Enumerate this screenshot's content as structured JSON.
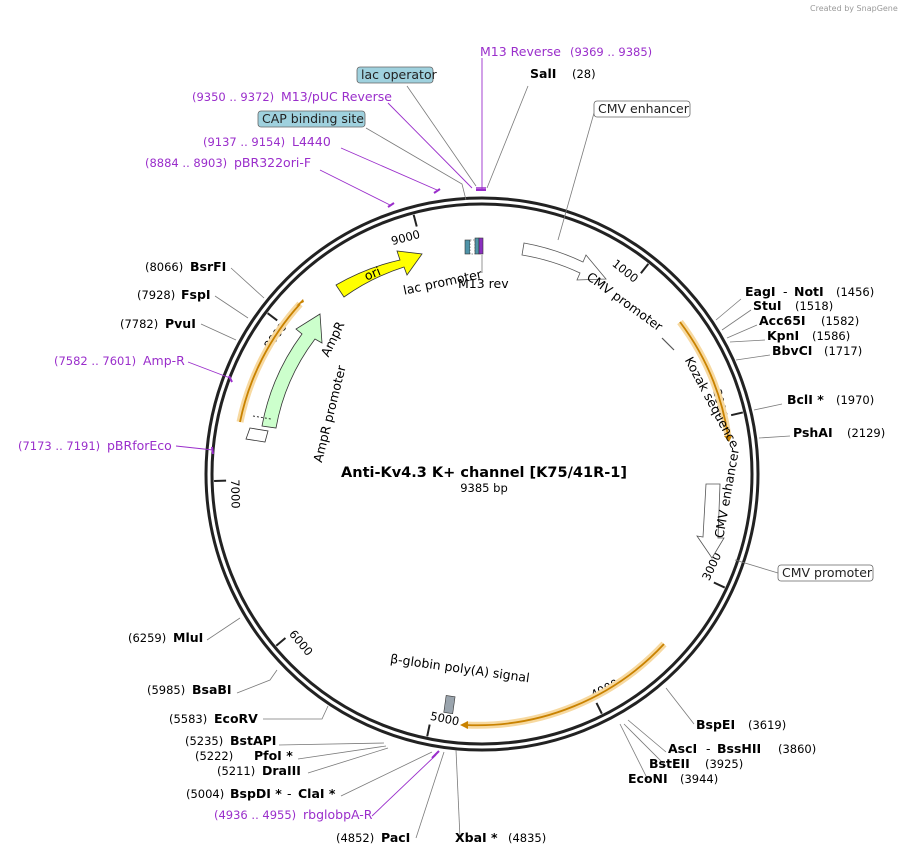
{
  "watermark": "Created by SnapGene",
  "plasmid": {
    "name": "Anti-Kv4.3 K+ channel [K75/41R-1]",
    "length": "9385 bp"
  },
  "ticks": [
    "1000",
    "2000",
    "3000",
    "4000",
    "5000",
    "6000",
    "7000",
    "8000",
    "9000"
  ],
  "enzymes": [
    {
      "name": "SalI",
      "pos": "(28)"
    },
    {
      "name": "EagI",
      "pos": ""
    },
    {
      "name": "NotI",
      "pos": "(1456)"
    },
    {
      "name": "StuI",
      "pos": "(1518)"
    },
    {
      "name": "Acc65I",
      "pos": "(1582)"
    },
    {
      "name": "KpnI",
      "pos": "(1586)"
    },
    {
      "name": "BbvCI",
      "pos": "(1717)"
    },
    {
      "name": "BclI *",
      "pos": "(1970)"
    },
    {
      "name": "PshAI",
      "pos": "(2129)"
    },
    {
      "name": "BspEI",
      "pos": "(3619)"
    },
    {
      "name": "AscI",
      "pos": ""
    },
    {
      "name": "BssHII",
      "pos": "(3860)"
    },
    {
      "name": "BstEII",
      "pos": "(3925)"
    },
    {
      "name": "EcoNI",
      "pos": "(3944)"
    },
    {
      "name": "XbaI *",
      "pos": "(4835)"
    },
    {
      "name": "PacI",
      "pos": "(4852)"
    },
    {
      "name": "BspDI *",
      "pos": "(5004)"
    },
    {
      "name": "ClaI *",
      "pos": ""
    },
    {
      "name": "DraIII",
      "pos": "(5211)"
    },
    {
      "name": "PfoI *",
      "pos": "(5222)"
    },
    {
      "name": "BstAPI",
      "pos": "(5235)"
    },
    {
      "name": "EcoRV",
      "pos": "(5583)"
    },
    {
      "name": "BsaBI",
      "pos": "(5985)"
    },
    {
      "name": "MluI",
      "pos": "(6259)"
    },
    {
      "name": "PvuI",
      "pos": "(7782)"
    },
    {
      "name": "FspI",
      "pos": "(7928)"
    },
    {
      "name": "BsrFI",
      "pos": "(8066)"
    }
  ],
  "primers": [
    {
      "name": "M13 Reverse",
      "range": "(9369 .. 9385)"
    },
    {
      "name": "M13/pUC Reverse",
      "range": "(9350 .. 9372)"
    },
    {
      "name": "L4440",
      "range": "(9137 .. 9154)"
    },
    {
      "name": "pBR322ori-F",
      "range": "(8884 .. 8903)"
    },
    {
      "name": "Amp-R",
      "range": "(7582 .. 7601)"
    },
    {
      "name": "pBRforEco",
      "range": "(7173 .. 7191)"
    },
    {
      "name": "rbglobpA-R",
      "range": "(4936 .. 4955)"
    }
  ],
  "boxed_features": [
    "lac operator",
    "CAP binding site",
    "CMV enhancer",
    "CMV promoter"
  ],
  "features": {
    "ori": "ori",
    "lac_promoter": "lac promoter",
    "m13_rev": "M13 rev",
    "cmv_promoter": "CMV promoter",
    "kozak": "Kozak sequence",
    "cmv_enhancer": "CMV enhancer",
    "globin": "β-globin poly(A) signal",
    "ampr": "AmpR",
    "ampr_promoter": "AmpR promoter"
  },
  "colors": {
    "ori": "#ffff00",
    "ampr": "#ccffcc",
    "orf": "#d98c00",
    "orf_glow": "#f7d9a0",
    "primer": "#9a2ecb",
    "box_blue": "#9fd1de",
    "backbone": "#222222"
  }
}
